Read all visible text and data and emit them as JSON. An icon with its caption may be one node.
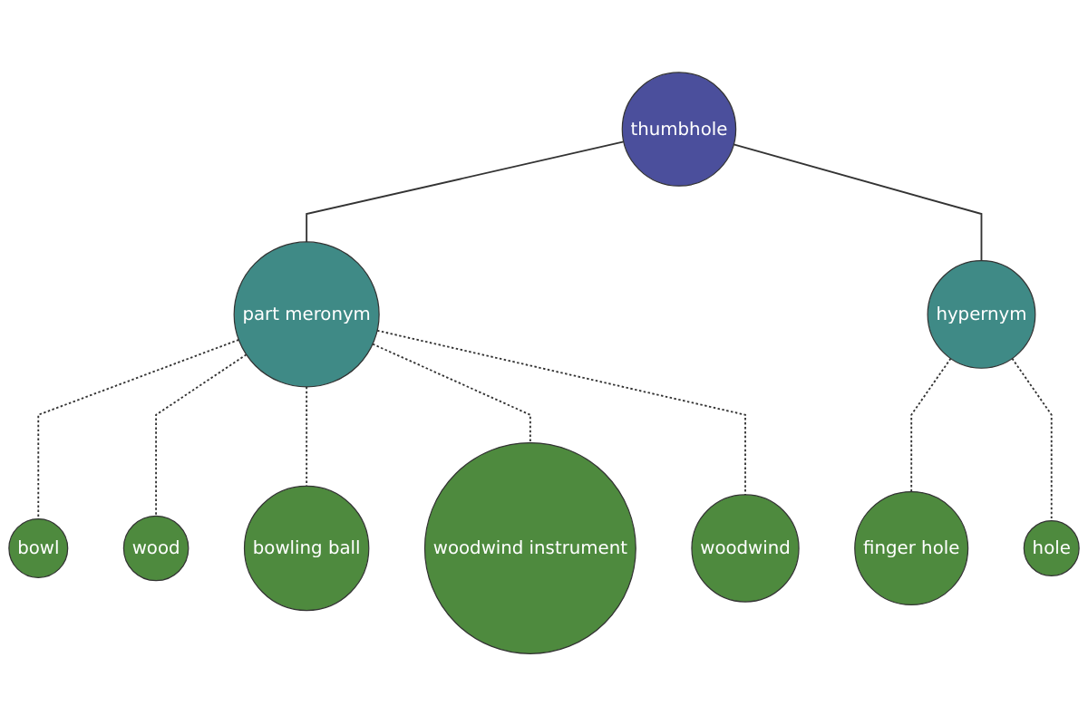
{
  "diagram": {
    "nodes": [
      {
        "text": [
          "thumbhole"
        ]
      },
      {
        "text": [
          "part meronym"
        ]
      },
      {
        "text": [
          "hypernym"
        ]
      },
      {
        "text": [
          "bowl"
        ]
      },
      {
        "text": [
          "wood"
        ]
      },
      {
        "text": [
          "bowling ball"
        ]
      },
      {
        "text": [
          "woodwind instrument"
        ]
      },
      {
        "text": [
          "woodwind"
        ]
      },
      {
        "text": [
          "finger hole"
        ]
      },
      {
        "text": [
          "hole"
        ]
      }
    ],
    "edges": [
      {
        "from": 0,
        "to": 1,
        "arrow": "none"
      },
      {
        "from": 0,
        "to": 2,
        "arrow": "none"
      },
      {
        "from": 1,
        "to": 3,
        "arrow": "none",
        "style": "dashed"
      },
      {
        "from": 1,
        "to": 4,
        "arrow": "none",
        "style": "dashed"
      },
      {
        "from": 1,
        "to": 5,
        "arrow": "none",
        "style": "dashed"
      },
      {
        "from": 1,
        "to": 6,
        "arrow": "none",
        "style": "dashed"
      },
      {
        "from": 1,
        "to": 7,
        "arrow": "none",
        "style": "dashed"
      },
      {
        "from": 2,
        "to": 8,
        "arrow": "none",
        "style": "dashed"
      },
      {
        "from": 2,
        "to": 9,
        "arrow": "none",
        "style": "dashed"
      }
    ]
  }
}
